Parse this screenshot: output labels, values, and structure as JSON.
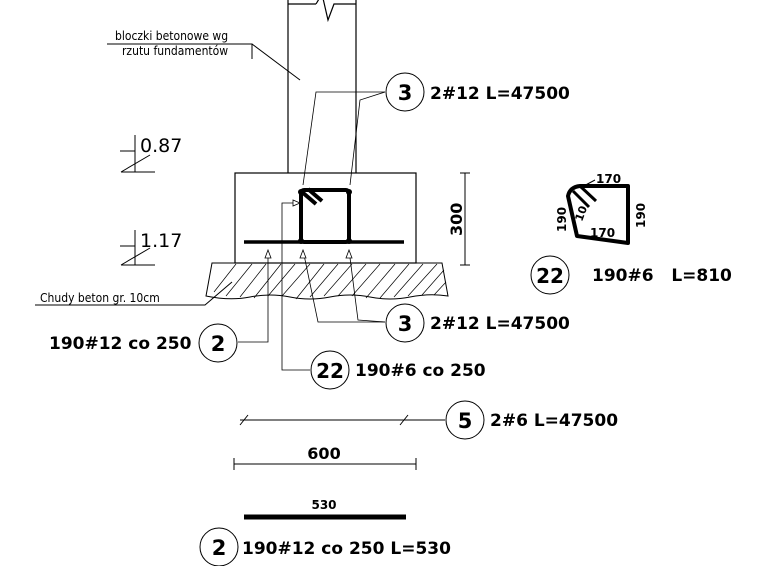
{
  "notes": {
    "blocks_line1": "bloczki betonowe wg",
    "blocks_line2": "rzutu fundamentów",
    "lean_concrete": "Chudy beton gr. 10cm"
  },
  "levels": {
    "upper": "0.87",
    "lower": "1.17"
  },
  "dimensions": {
    "height": "300",
    "width": "600",
    "bar_length": "530"
  },
  "callouts": [
    {
      "number": "3",
      "text": "2#12 L=47500"
    },
    {
      "number": "3",
      "text": "2#12 L=47500"
    },
    {
      "number": "2",
      "text": "190#12 co 250"
    },
    {
      "number": "22",
      "text": "190#6 co 250"
    },
    {
      "number": "5",
      "text": "2#6 L=47500"
    },
    {
      "number": "22",
      "text": "190#6   L=810"
    },
    {
      "number": "2",
      "text": "190#12 co 250 L=530"
    }
  ],
  "stirrup_shape": {
    "top": "170",
    "bottom": "170",
    "left": "190",
    "right": "190",
    "hook": "10"
  }
}
